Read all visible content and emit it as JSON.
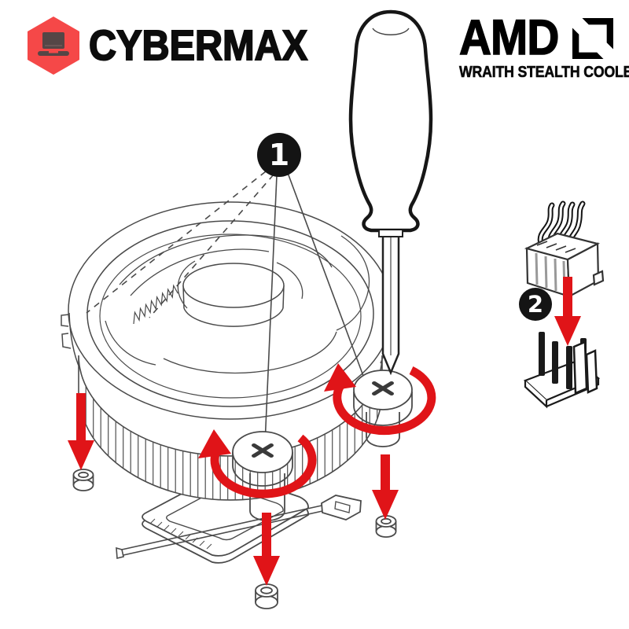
{
  "header": {
    "brand": {
      "wordmark": "CYBERMAX",
      "icon": "laptop-hexagon-icon",
      "hex_color": "#f54848",
      "icon_color": "#554646",
      "text_color": "#0c0c0c"
    },
    "product": {
      "brand": "AMD",
      "subtitle": "WRAITH STEALTH COOLER",
      "icon": "amd-arrow-icon",
      "color": "#000000"
    }
  },
  "diagram": {
    "type": "cooler-installation-instructions",
    "colors": {
      "arrow_red": "#e01418",
      "line_gray": "#4a4a4a",
      "outline_black": "#1a1a1a",
      "callout_bg": "#141414",
      "callout_text": "#ffffff"
    },
    "callouts": [
      {
        "number": "1"
      },
      {
        "number": "2"
      }
    ],
    "parts": [
      "cooler-fan",
      "heatsink-fins",
      "screwdriver",
      "phillips-screw-center",
      "phillips-screw-right",
      "standoff-left",
      "standoff-right",
      "standoff-bottom",
      "retention-backplate",
      "fan-connector",
      "fan-header"
    ]
  }
}
